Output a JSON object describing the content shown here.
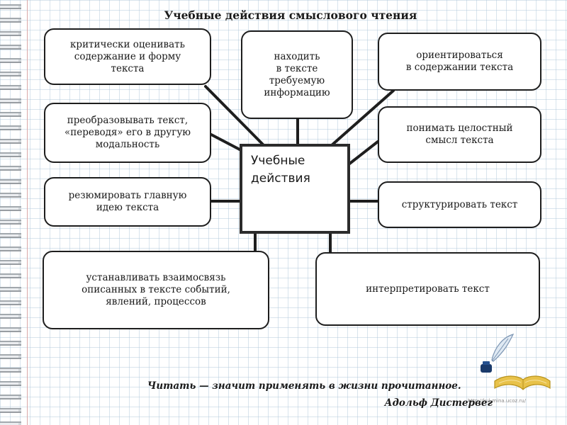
{
  "title": "Учебные действия смыслового чтения",
  "center": {
    "label": "Учебные\nдействия"
  },
  "boxes": [
    {
      "id": "evaluate",
      "label": "критически оценивать\nсодержание и форму\nтекста"
    },
    {
      "id": "find",
      "label": "находить\nв тексте\nтребуемую\nинформацию"
    },
    {
      "id": "orient",
      "label": "ориентироваться\nв содержании текста"
    },
    {
      "id": "transform",
      "label": "преобразовывать текст,\n«переводя» его в другую\nмодальность"
    },
    {
      "id": "understand",
      "label": "понимать целостный\nсмысл текста"
    },
    {
      "id": "summarize",
      "label": "резюмировать главную\nидею текста"
    },
    {
      "id": "structure",
      "label": "структурировать текст"
    },
    {
      "id": "relate",
      "label": "устанавливать взаимосвязь\nописанных в тексте событий,\nявлений, процессов"
    },
    {
      "id": "interpret",
      "label": "интерпретировать текст"
    }
  ],
  "quote": {
    "text": "Читать — значит применять в жизни прочитанное.",
    "author": "Адольф Дистервег"
  },
  "watermark": "http://kul-mina.ucoz.ru/",
  "icons": [
    "quill-pen-icon",
    "inkwell-icon",
    "open-book-icon"
  ],
  "colors": {
    "stroke": "#1e1e1e",
    "book": "#e8c24a",
    "ink": "#1a3a6b"
  }
}
